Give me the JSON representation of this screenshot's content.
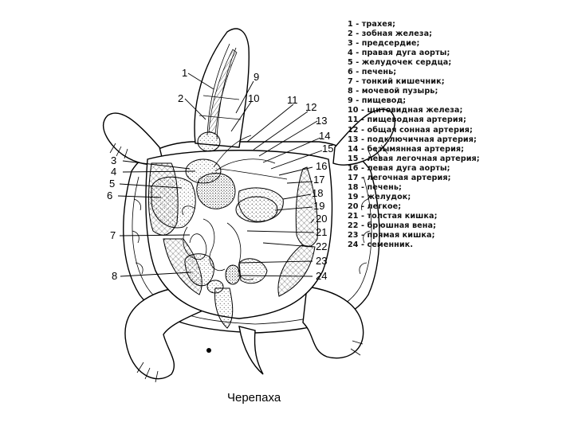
{
  "legend": [
    "1 - трахея;",
    "2 - зобная железа;",
    "3 - предсердие;",
    "4 - правая дуга аорты;",
    "5 - желудочек сердца;",
    "6 - печень;",
    "7 - тонкий кишечник;",
    "8 - мочевой пузырь;",
    "9 - пищевод;",
    "10 - щитовидная железа;",
    "11 - пищеводная артерия;",
    "12 - общая сонная артерия;",
    "13 - подключичная артерия;",
    "14 - безымянная артерия;",
    "15 - левая легочная артерия;",
    "16 - левая дуга аорты;",
    "17 - легочная артерия;",
    "18 - печень;",
    "19 - желудок;",
    "20 - легкое;",
    "21 - толстая кишка;",
    "22 - брюшная вена;",
    "23 - прямая кишка;",
    "24 - семенник."
  ],
  "callouts": [
    "1",
    "2",
    "3",
    "4",
    "5",
    "6",
    "7",
    "8",
    "9",
    "10",
    "11",
    "12",
    "13",
    "14",
    "15",
    "16",
    "17",
    "18",
    "19",
    "20",
    "21",
    "22",
    "23",
    "24"
  ],
  "caption": "Черепаха"
}
